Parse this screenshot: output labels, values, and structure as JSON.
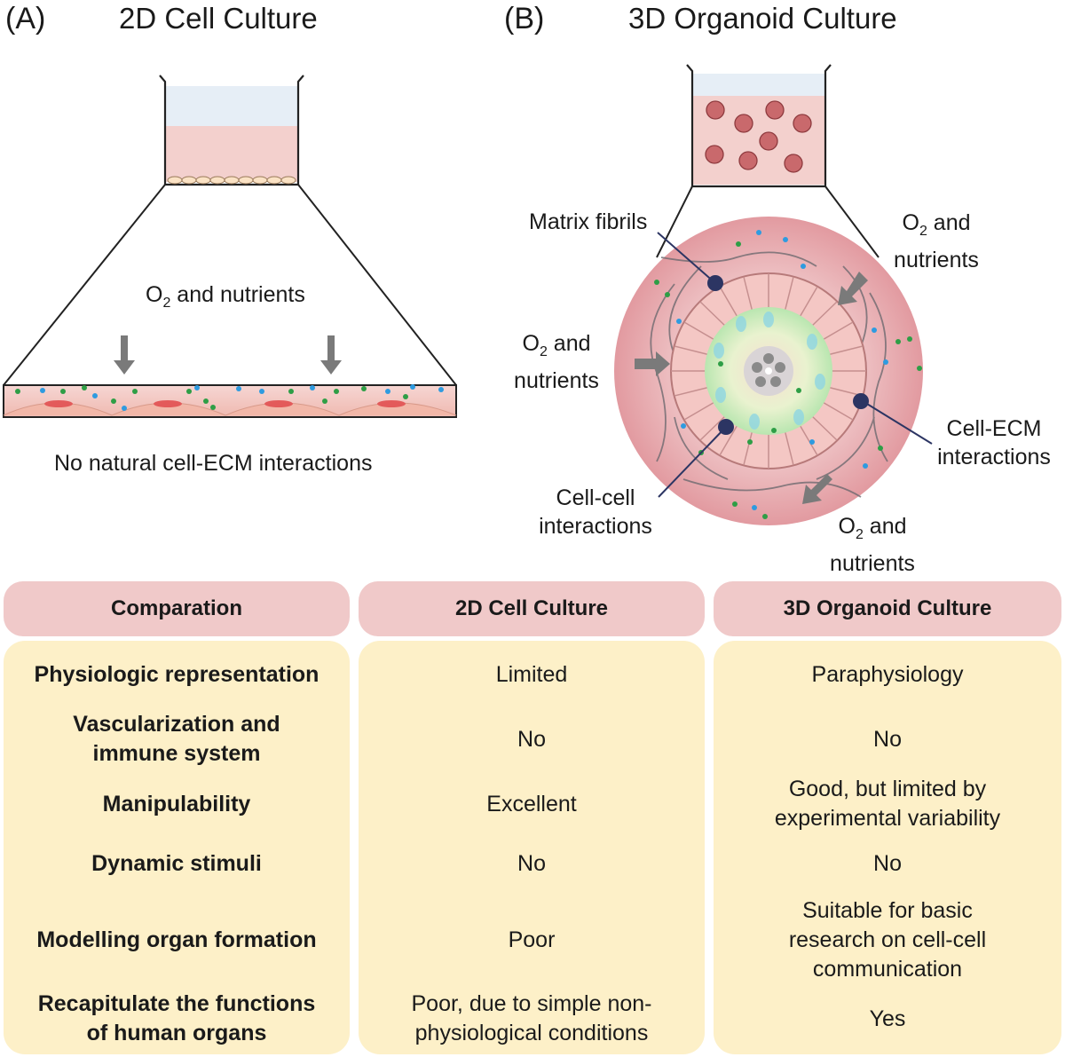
{
  "panel_a": {
    "label": "(A)",
    "title": "2D Cell Culture",
    "o2_label": "O",
    "o2_sub": "2",
    "o2_rest": " and nutrients",
    "caption": "No natural cell-ECM interactions"
  },
  "panel_b": {
    "label": "(B)",
    "title": "3D Organoid Culture",
    "matrix_fibrils": "Matrix fibrils",
    "o2_word": "O",
    "o2_sub": "2",
    "o2_and": " and",
    "nutrients": "nutrients",
    "cell_ecm_line1": "Cell-ECM",
    "cell_ecm_line2": "interactions",
    "cell_cell_line1": "Cell-cell",
    "cell_cell_line2": "interactions"
  },
  "table": {
    "headers": [
      "Comparation",
      "2D Cell Culture",
      "3D Organoid Culture"
    ],
    "rows": [
      {
        "criterion": [
          "Physiologic representation"
        ],
        "cell2d": [
          "Limited"
        ],
        "org3d": [
          "Paraphysiology"
        ]
      },
      {
        "criterion": [
          "Vascularization and",
          "immune system"
        ],
        "cell2d": [
          "No"
        ],
        "org3d": [
          "No"
        ]
      },
      {
        "criterion": [
          "Manipulability"
        ],
        "cell2d": [
          "Excellent"
        ],
        "org3d": [
          "Good, but limited by",
          "experimental variability"
        ]
      },
      {
        "criterion": [
          "Dynamic stimuli"
        ],
        "cell2d": [
          "No"
        ],
        "org3d": [
          "No"
        ]
      },
      {
        "criterion": [
          "Modelling organ formation"
        ],
        "cell2d": [
          "Poor"
        ],
        "org3d": [
          "Suitable for basic",
          "research on cell-cell",
          "communication"
        ]
      },
      {
        "criterion": [
          "Recapitulate the functions",
          "of human organs"
        ],
        "cell2d": [
          "Poor, due to simple non-",
          "physiological conditions"
        ],
        "org3d": [
          "Yes"
        ]
      }
    ]
  },
  "colors": {
    "header_fill": "#f0c9c9",
    "table_fill": "#fdf0c8",
    "medium_pink": "#f3d0cd",
    "air_blue": "#e6eef6",
    "arrow_gray": "#7a7a7a",
    "dot_green": "#2e9e46",
    "dot_blue": "#2e9be0",
    "pointer_navy": "#2c3563"
  }
}
